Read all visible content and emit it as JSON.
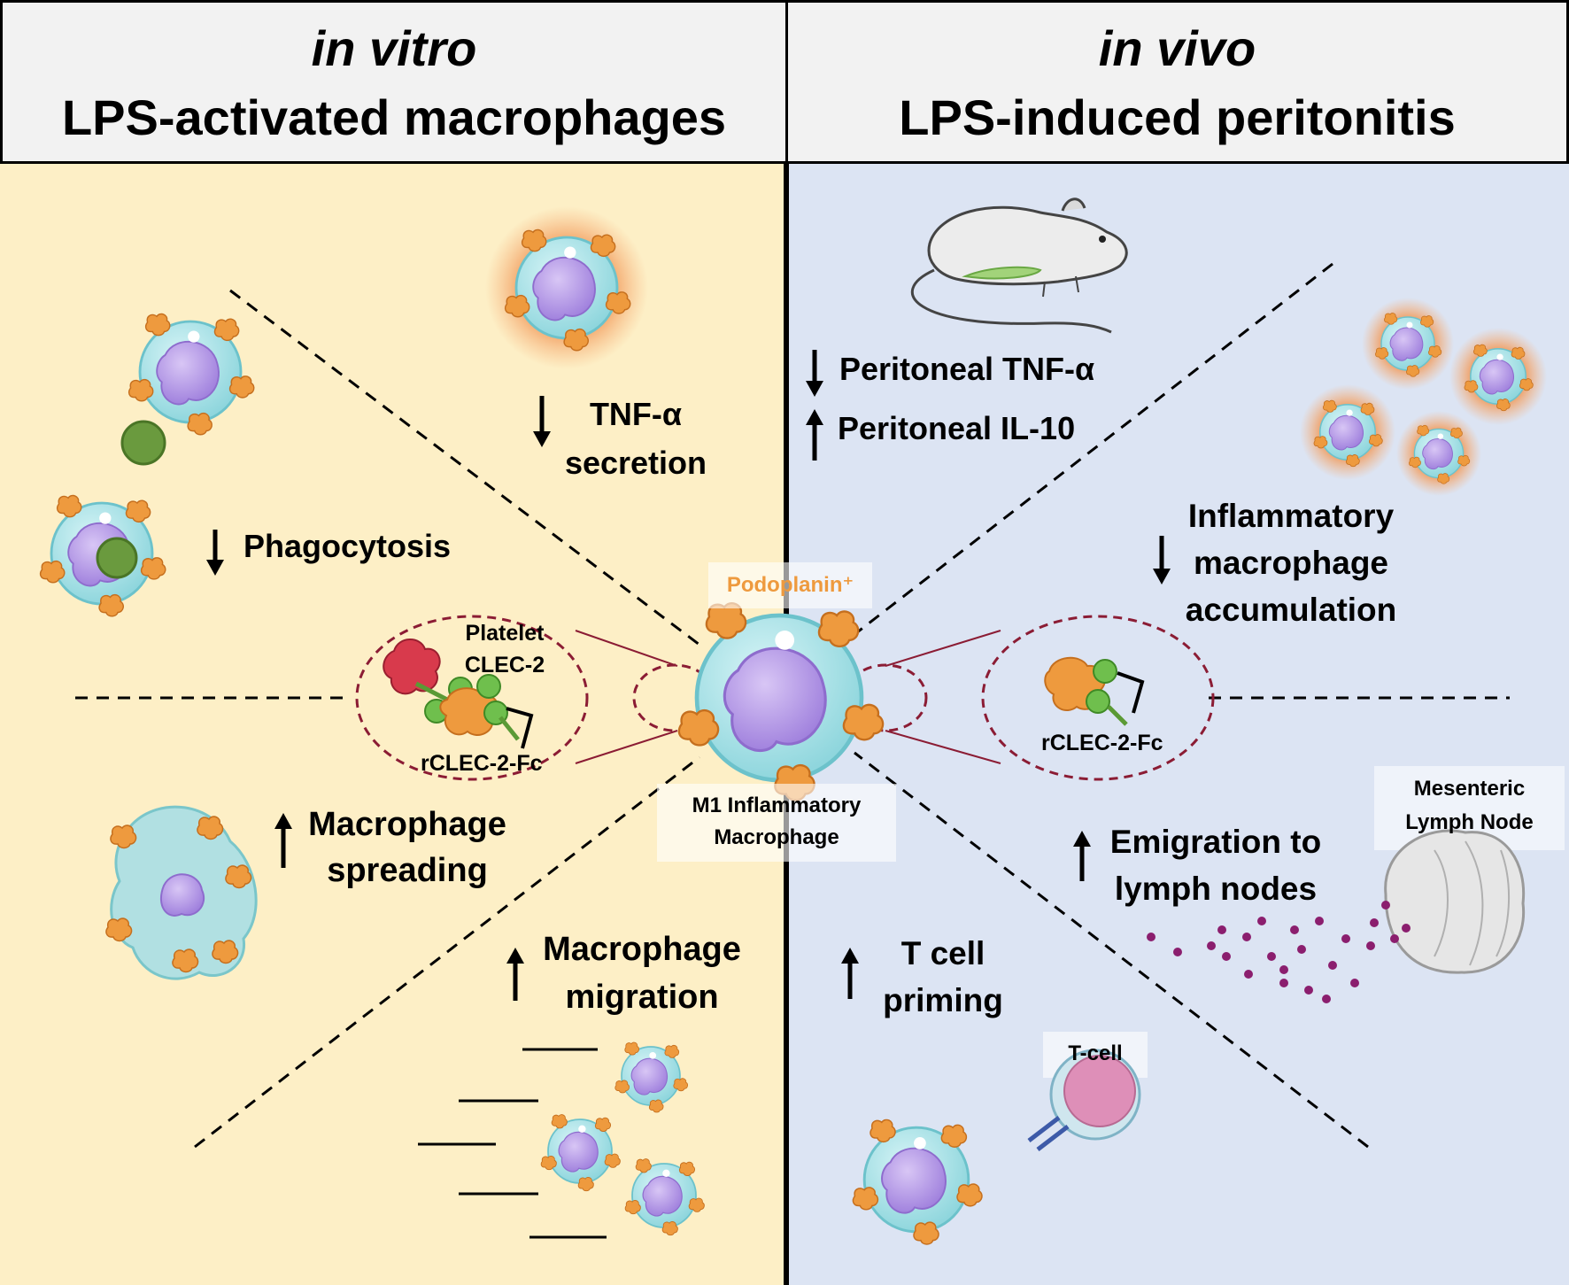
{
  "header": {
    "left": {
      "italic": "in vitro",
      "title": "LPS-activated macrophages"
    },
    "right": {
      "italic": "in vivo",
      "title": "LPS-induced peritonitis"
    }
  },
  "labels": {
    "tnf_secretion": [
      "TNF-α",
      "secretion"
    ],
    "phagocytosis": "Phagocytosis",
    "spreading": [
      "Macrophage",
      "spreading"
    ],
    "migration": [
      "Macrophage",
      "migration"
    ],
    "peritoneal_tnf": "Peritoneal TNF-α",
    "peritoneal_il10": "Peritoneal IL-10",
    "accumulation": [
      "Inflammatory",
      "macrophage",
      "accumulation"
    ],
    "emigration": [
      "Emigration to",
      "lymph nodes"
    ],
    "tcell_priming": [
      "T cell",
      "priming"
    ],
    "platelet_clec2": [
      "Platelet",
      "CLEC-2"
    ],
    "rclec2_fc_left": "rCLEC-2-Fc",
    "rclec2_fc_right": "rCLEC-2-Fc",
    "podoplanin": "Podoplanin⁺",
    "m1": [
      "M1 Inflammatory",
      "Macrophage"
    ],
    "lymph_node": [
      "Mesenteric",
      "Lymph Node"
    ],
    "tcell": "T-cell"
  },
  "arrows": {
    "tnf_secretion": "down",
    "phagocytosis": "down",
    "spreading": "up",
    "migration": "up",
    "peritoneal_tnf": "down",
    "peritoneal_il10": "up",
    "accumulation": "down",
    "emigration": "up",
    "tcell_priming": "up"
  },
  "colors": {
    "left_panel": "#fdefc6",
    "right_panel": "#dce4f3",
    "cell_body": "#a9e1e6",
    "nucleus": "#b79be6",
    "podoplanin": "#ee9a3e",
    "podoplanin_label": "#ee9a3e",
    "platelet_clec2": "#d83a4c",
    "receptor_green": "#6fbf4d",
    "dashed_circle": "#8b1c34",
    "lymph_dots": "#8b1e6e",
    "tcell": "#de8fb8"
  }
}
